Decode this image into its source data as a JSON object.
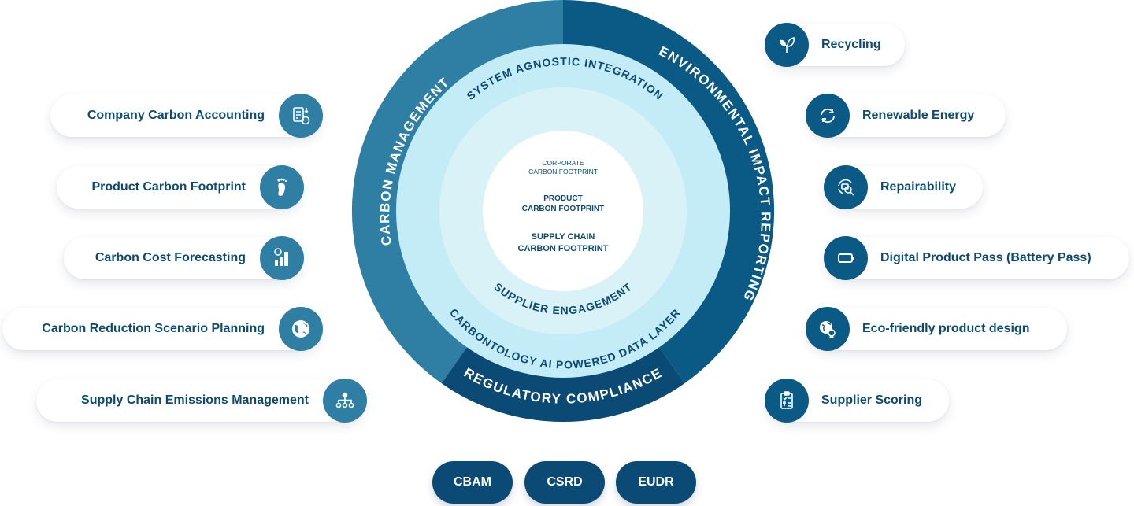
{
  "wheel": {
    "outer_segments": [
      {
        "label": "CARBON MANAGEMENT",
        "color": "#2e7fa3"
      },
      {
        "label": "ENVIRONMENTAL IMPACT REPORTING",
        "color": "#0b5a86"
      },
      {
        "label": "REGULATORY COMPLIANCE",
        "color": "#0b4a75"
      }
    ],
    "middle_ring": {
      "top_label": "SYSTEM AGNOSTIC INTEGRATION",
      "bottom_label": "CARBONTOLOGY AI POWERED DATA LAYER",
      "color": "#c4ecf7"
    },
    "inner_ring": {
      "bottom_label": "SUPPLIER ENGAGEMENT",
      "color": "#d9f2f8"
    },
    "core": {
      "lines": [
        {
          "line1": "CORPORATE",
          "line2": "CARBON FOOTPRINT"
        },
        {
          "line1": "PRODUCT",
          "line2": "CARBON FOOTPRINT"
        },
        {
          "line1": "SUPPLY CHAIN",
          "line2": "CARBON FOOTPRINT"
        }
      ]
    }
  },
  "carbon_management_items": [
    {
      "label": "Company Carbon Accounting",
      "icon": "clipboard-eq-icon"
    },
    {
      "label": "Product Carbon Footprint",
      "icon": "footprint-icon"
    },
    {
      "label": "Carbon Cost Forecasting",
      "icon": "cost-chart-icon"
    },
    {
      "label": "Carbon Reduction Scenario Planning",
      "icon": "globe-icon"
    },
    {
      "label": "Supply Chain Emissions Management",
      "icon": "hierarchy-icon"
    }
  ],
  "environmental_items": [
    {
      "label": "Recycling",
      "icon": "leaf-icon"
    },
    {
      "label": "Renewable Energy",
      "icon": "cycle-arrows-icon"
    },
    {
      "label": "Repairability",
      "icon": "repair-search-icon"
    },
    {
      "label": "Digital Product Pass (Battery Pass)",
      "icon": "battery-icon"
    },
    {
      "label": "Eco-friendly product design",
      "icon": "globe-award-icon"
    },
    {
      "label": "Supplier Scoring",
      "icon": "checklist-icon"
    }
  ],
  "regulations": [
    "CBAM",
    "CSRD",
    "EUDR"
  ],
  "colors": {
    "text_dark": "#0d4a73",
    "left_icon": "#2e7fa3",
    "right_icon": "#0b5a86"
  }
}
